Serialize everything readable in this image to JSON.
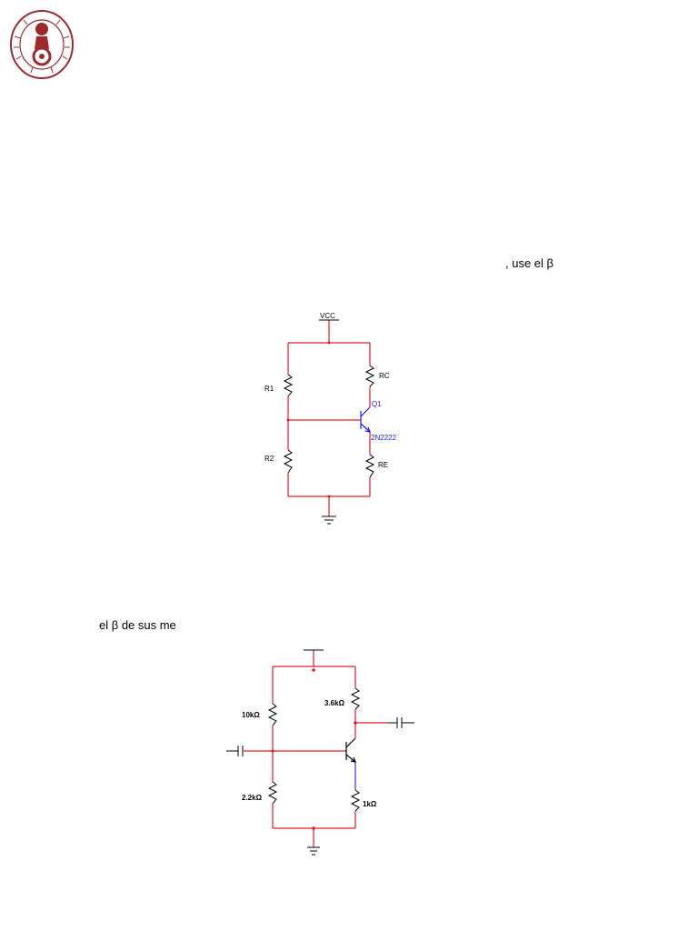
{
  "colors": {
    "logo": "#9e2a2b",
    "wire": "#e02020",
    "transistor": "#1a1aff"
  },
  "icons": {
    "logo": "university-seal-icon"
  },
  "text": {
    "line1": ", use el β",
    "line2": "el β de sus me"
  },
  "circuit1": {
    "vcc": "VCC",
    "r1": "R1",
    "r2": "R2",
    "rc": "RC",
    "re": "RE",
    "q_name": "Q1",
    "q_model": "2N2222"
  },
  "circuit2": {
    "r_top_left": "10kΩ",
    "r_bottom_left": "2.2kΩ",
    "r_collector": "3.6kΩ",
    "r_emitter": "1kΩ"
  }
}
